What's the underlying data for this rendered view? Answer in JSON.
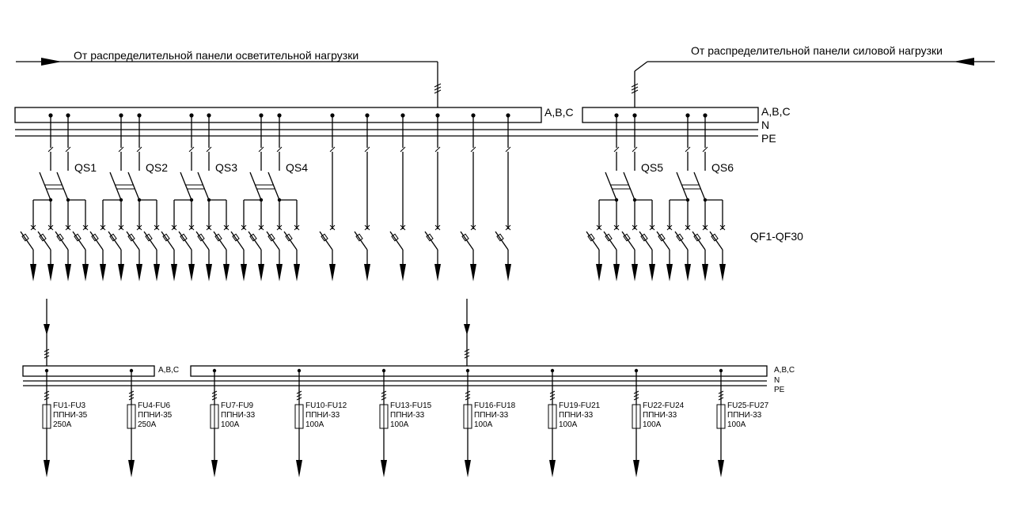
{
  "upper": {
    "feed_left": "От распределительной панели осветительной нагрузки",
    "feed_right": "От распределительной панели силовой нагрузки",
    "bus_phase_label_1": "A,B,C",
    "bus_phase_label_2": "A,B,C",
    "neutral_label": "N",
    "pe_label": "PE",
    "switches": [
      "QS1",
      "QS2",
      "QS3",
      "QS4",
      "QS5",
      "QS6"
    ],
    "breakers_label": "QF1-QF30"
  },
  "lower": {
    "bus_phase_label": "A,B,C",
    "neutral_label": "N",
    "pe_label": "PE",
    "fuses": [
      {
        "name": "FU1-FU3",
        "type": "ППНИ-35",
        "rating": "250A"
      },
      {
        "name": "FU4-FU6",
        "type": "ППНИ-35",
        "rating": "250A"
      },
      {
        "name": "FU7-FU9",
        "type": "ППНИ-33",
        "rating": "100A"
      },
      {
        "name": "FU10-FU12",
        "type": "ППНИ-33",
        "rating": "100A"
      },
      {
        "name": "FU13-FU15",
        "type": "ППНИ-33",
        "rating": "100A"
      },
      {
        "name": "FU16-FU18",
        "type": "ППНИ-33",
        "rating": "100A"
      },
      {
        "name": "FU19-FU21",
        "type": "ППНИ-33",
        "rating": "100A"
      },
      {
        "name": "FU22-FU24",
        "type": "ППНИ-33",
        "rating": "100A"
      },
      {
        "name": "FU25-FU27",
        "type": "ППНИ-33",
        "rating": "100A"
      }
    ]
  }
}
